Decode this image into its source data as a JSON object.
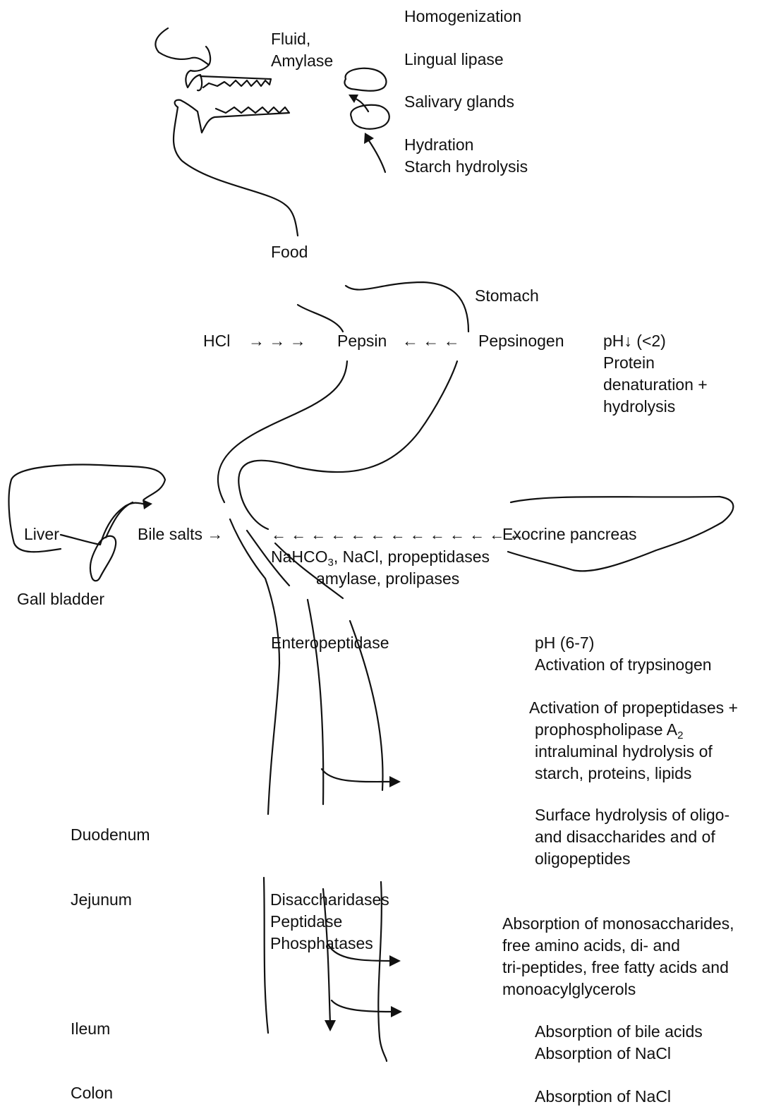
{
  "labels": {
    "homogenization": "Homogenization",
    "fluid": "Fluid,",
    "amylase": "Amylase",
    "lingual_lipase": "Lingual lipase",
    "salivary_glands": "Salivary glands",
    "hydration": "Hydration",
    "starch_hydrolysis": "Starch hydrolysis",
    "food": "Food",
    "stomach": "Stomach",
    "hcl": "HCl",
    "hcl_arrows": "→ → →",
    "pepsin": "Pepsin",
    "pepsin_arrows": "← ← ←",
    "pepsinogen": "Pepsinogen",
    "ph_stomach": "pH↓ (<2)",
    "protein": "Protein",
    "denaturation": "denaturation +",
    "hydrolysis": "hydrolysis",
    "liver": "Liver",
    "bile_salts": "Bile salts →",
    "pancreas_arrows": "← ← ← ← ← ← ← ← ← ← ← ← ←",
    "exocrine_pancreas": "Exocrine pancreas",
    "secretions_1_pre": "NaHCO",
    "secretions_1_sub": "3",
    "secretions_1_post": ", NaCl, propeptidases",
    "secretions_2": "amylase, prolipases",
    "gall_bladder": "Gall bladder",
    "enteropeptidase": "Enteropeptidase",
    "ph_duodenum": "pH  (6-7)",
    "activation_trypsinogen": "Activation of trypsinogen",
    "activation_propeptidases": "Activation of propeptidases +",
    "prophospholipase_pre": "prophospholipase A",
    "prophospholipase_sub": "2",
    "intraluminal": "intraluminal hydrolysis of",
    "starch_proteins_lipids": "starch, proteins, lipids",
    "surface_hydrolysis": "Surface hydrolysis of oligo-",
    "disaccharides": "and disaccharides and of",
    "oligopeptides": "oligopeptides",
    "duodenum": "Duodenum",
    "jejunum": "Jejunum",
    "disaccharidases": "Disaccharidases",
    "peptidase": "Peptidase",
    "phosphatases": "Phosphatases",
    "absorption_mono": "Absorption of monosaccharides,",
    "free_amino": "free amino acids, di- and",
    "tri_peptides": "tri-peptides, free fatty acids and",
    "monoacylglycerols": "monoacylglycerols",
    "ileum": "Ileum",
    "absorption_bile": "Absorption of bile acids",
    "absorption_nacl_ileum": "Absorption of NaCl",
    "colon": "Colon",
    "absorption_nacl_colon": "Absorption of NaCl"
  }
}
